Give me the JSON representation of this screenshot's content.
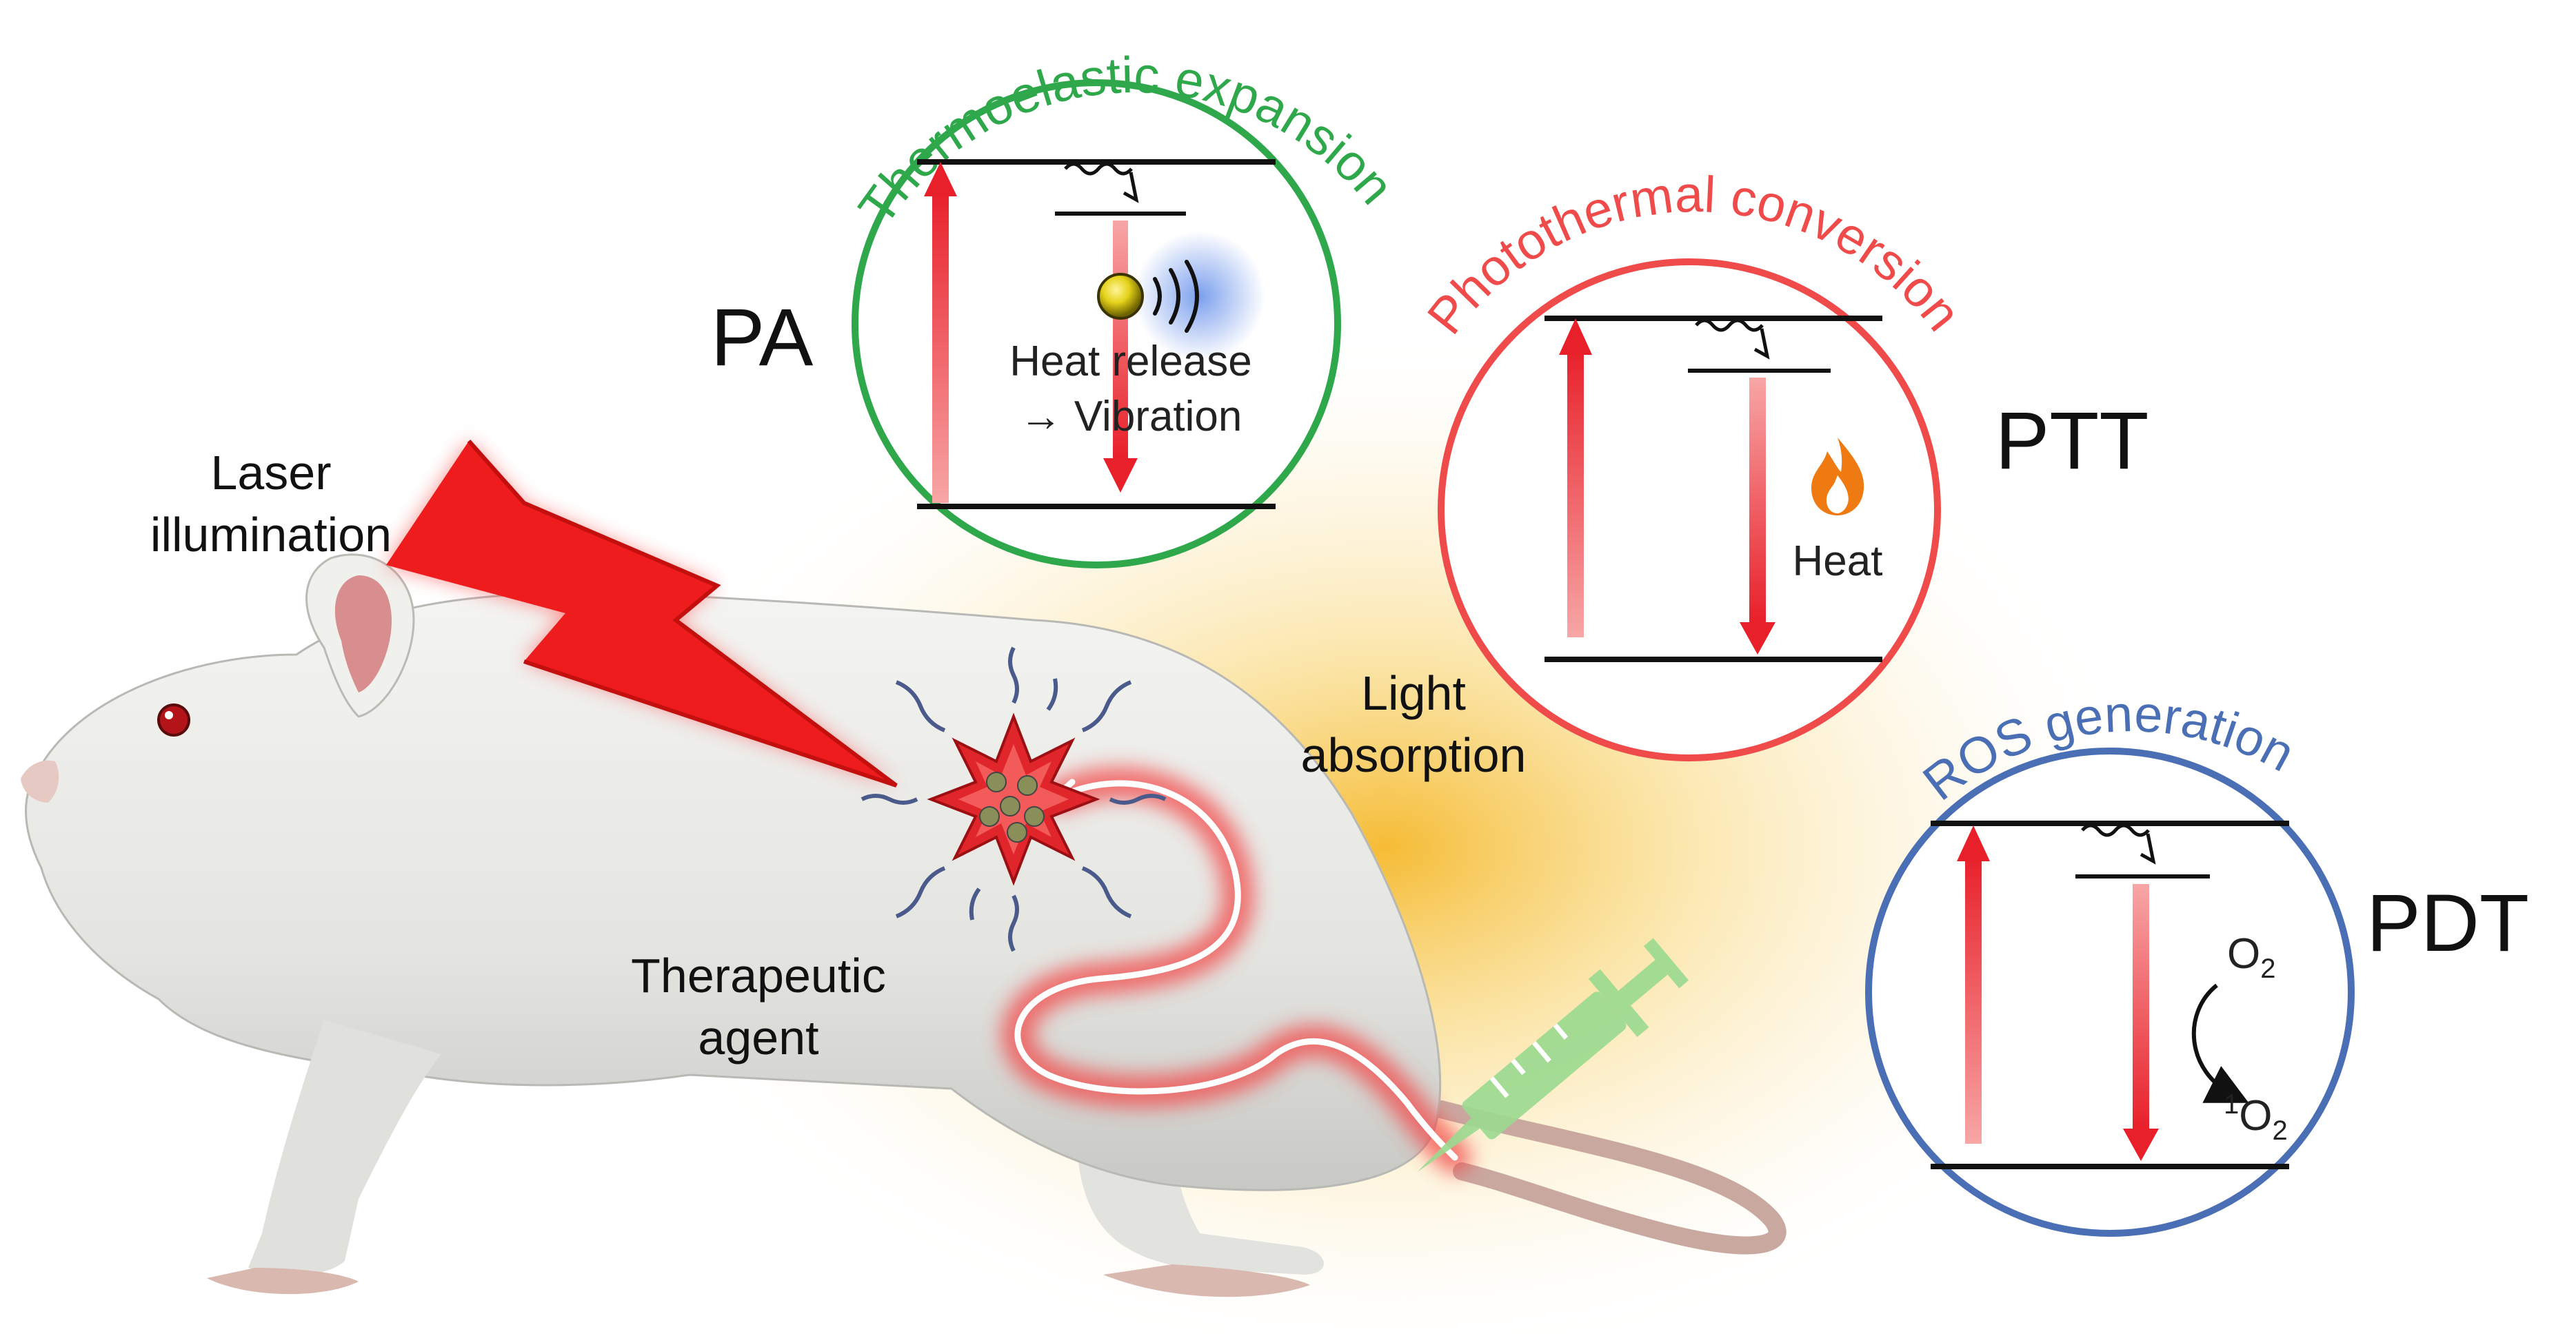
{
  "labels": {
    "laser_line1": "Laser",
    "laser_line2": "illumination",
    "light_line1": "Light",
    "light_line2": "absorption",
    "agent_line1": "Therapeutic",
    "agent_line2": "agent"
  },
  "modes": {
    "pa": {
      "label": "PA",
      "arc_title": "Thermoelastic expansion",
      "line1": "Heat release",
      "line2": "→ Vibration",
      "color": "#2ea84a"
    },
    "ptt": {
      "label": "PTT",
      "arc_title": "Photothermal conversion",
      "heat": "Heat",
      "color": "#ef4b4b"
    },
    "pdt": {
      "label": "PDT",
      "arc_title": "ROS generation",
      "o2": "O",
      "o2_sub": "2",
      "singlet_sup": "1",
      "singlet_o": "O",
      "singlet_sub": "2",
      "color": "#4a6fb5"
    }
  },
  "colors": {
    "laser": "#ee1c1c",
    "glow": "#f7c948",
    "syringe": "#9ad98f",
    "arrow_red": "#e8202a"
  }
}
